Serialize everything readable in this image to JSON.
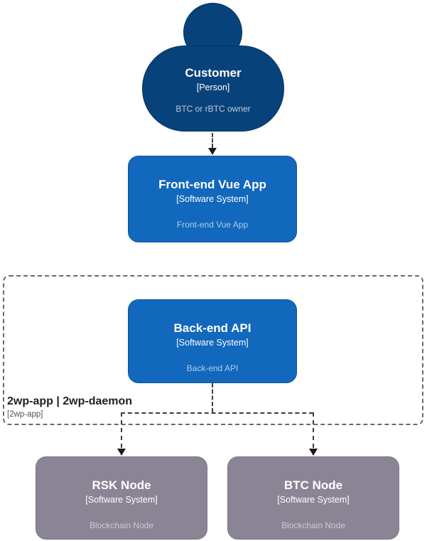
{
  "diagram_type": "c4-system-context",
  "colors": {
    "background": "#ffffff",
    "person_fill": "#08427b",
    "software_system_fill": "#1168bd",
    "blockchain_node_fill": "#8a8494",
    "boundary_border": "#6b6b6b",
    "relationship_line": "#3d3d3d",
    "title_text": "#ffffff"
  },
  "nodes": {
    "customer": {
      "title": "Customer",
      "metadata": "[Person]",
      "description": "BTC or rBTC owner"
    },
    "frontend": {
      "title": "Front-end Vue App",
      "metadata": "[Software System]",
      "description": "Front-end Vue App"
    },
    "backend": {
      "title": "Back-end API",
      "metadata": "[Software System]",
      "description": "Back-end API"
    },
    "rsk": {
      "title": "RSK Node",
      "metadata": "[Software System]",
      "description": "Blockchain Node"
    },
    "btc": {
      "title": "BTC Node",
      "metadata": "[Software System]",
      "description": "Blockchain Node"
    }
  },
  "boundary": {
    "title": "2wp-app | 2wp-daemon",
    "metadata": "[2wp-app]"
  }
}
